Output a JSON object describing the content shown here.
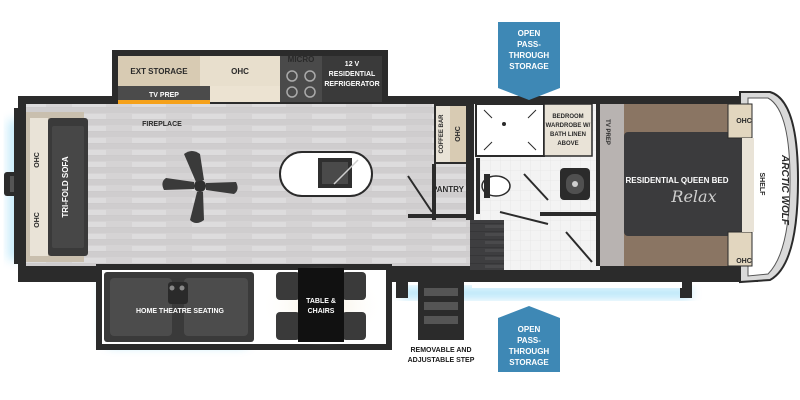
{
  "labels": {
    "ext_storage": "EXT STORAGE",
    "ohc_kitchen": "OHC",
    "micro": "MICRO",
    "fridge_line1": "12 V",
    "fridge_line2": "RESIDENTIAL",
    "fridge_line3": "REFRIGERATOR",
    "tv_prep_living": "TV PREP",
    "fireplace": "FIREPLACE",
    "sofa": "TRI-FOLD SOFA",
    "ohc_sofa_top": "OHC",
    "ohc_sofa_bottom": "OHC",
    "coffee_bar": "COFFEE BAR",
    "ohc_coffee": "OHC",
    "pantry": "PANTRY",
    "wardrobe_line1": "BEDROOM",
    "wardrobe_line2": "WARDROBE W/",
    "wardrobe_line3": "BATH LINEN",
    "wardrobe_line4": "ABOVE",
    "tv_prep_bed": "TV PREP",
    "bed": "RESIDENTIAL QUEEN BED",
    "bed_brand": "Relax",
    "ohc_bed_top": "OHC",
    "ohc_bed_bottom": "OHC",
    "shelf": "SHELF",
    "front_logo": "ARCTIC WOLF",
    "theatre": "HOME THEATRE SEATING",
    "table_line1": "TABLE &",
    "table_line2": "CHAIRS",
    "step_line1": "REMOVABLE AND",
    "step_line2": "ADJUSTABLE STEP"
  },
  "callouts": {
    "top": {
      "line1": "OPEN",
      "line2": "PASS-THROUGH",
      "line3": "STORAGE"
    },
    "bottom": {
      "line1": "OPEN",
      "line2": "PASS-THROUGH",
      "line3": "STORAGE"
    }
  },
  "colors": {
    "callout_blue": "#3e88b5",
    "glow_blue": "#5bc6f2",
    "fireplace_orange": "#f5a11a",
    "wall": "#2b2b2b",
    "floor_wood": "#d4d2d3",
    "bed_brown": "#8a7563",
    "bed_dark": "#3b3b3d",
    "sofa_dark": "#3a3a3a",
    "cabinet_tan": "#d8cbb3",
    "tile": "#f2f2f2"
  }
}
